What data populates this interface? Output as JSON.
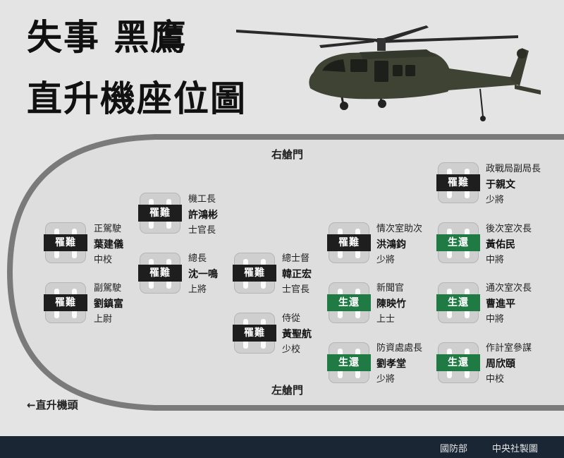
{
  "title": {
    "line1": "失事 黑鷹",
    "line2": "直升機座位圖"
  },
  "labels": {
    "right_door": "右艙門",
    "left_door": "左艙門",
    "front": "←直升機頭"
  },
  "status_text": {
    "dead": "罹難",
    "alive": "生還"
  },
  "seats": [
    {
      "status": "dead",
      "status_label": "罹難",
      "role": "正駕駛",
      "name": "葉建儀",
      "rank": "中校"
    },
    {
      "status": "dead",
      "status_label": "罹難",
      "role": "副駕駛",
      "name": "劉鎮富",
      "rank": "上尉"
    },
    {
      "status": "dead",
      "status_label": "罹難",
      "role": "機工長",
      "name": "許鴻彬",
      "rank": "士官長"
    },
    {
      "status": "dead",
      "status_label": "罹難",
      "role": "總長",
      "name": "沈一鳴",
      "rank": "上將"
    },
    {
      "status": "dead",
      "status_label": "罹難",
      "role": "總士督",
      "name": "韓正宏",
      "rank": "士官長"
    },
    {
      "status": "dead",
      "status_label": "罹難",
      "role": "侍從",
      "name": "黃聖航",
      "rank": "少校"
    },
    {
      "status": "dead",
      "status_label": "罹難",
      "role": "情次室助次",
      "name": "洪鴻鈞",
      "rank": "少將"
    },
    {
      "status": "alive",
      "status_label": "生還",
      "role": "新聞官",
      "name": "陳映竹",
      "rank": "上士"
    },
    {
      "status": "alive",
      "status_label": "生還",
      "role": "防資處處長",
      "name": "劉孝堂",
      "rank": "少將"
    },
    {
      "status": "dead",
      "status_label": "罹難",
      "role": "政戰局副局長",
      "name": "于親文",
      "rank": "少將"
    },
    {
      "status": "alive",
      "status_label": "生還",
      "role": "後次室次長",
      "name": "黃佑民",
      "rank": "中將"
    },
    {
      "status": "alive",
      "status_label": "生還",
      "role": "通次室次長",
      "name": "曹進平",
      "rank": "中將"
    },
    {
      "status": "alive",
      "status_label": "生還",
      "role": "作計室參謀",
      "name": "周欣頤",
      "rank": "中校"
    }
  ],
  "footer": {
    "left": "國防部",
    "right": "中央社製圖"
  },
  "colors": {
    "background": "#e4e4e4",
    "dead": "#1e1e1e",
    "alive": "#1f7a43",
    "footer": "#1a2634"
  }
}
